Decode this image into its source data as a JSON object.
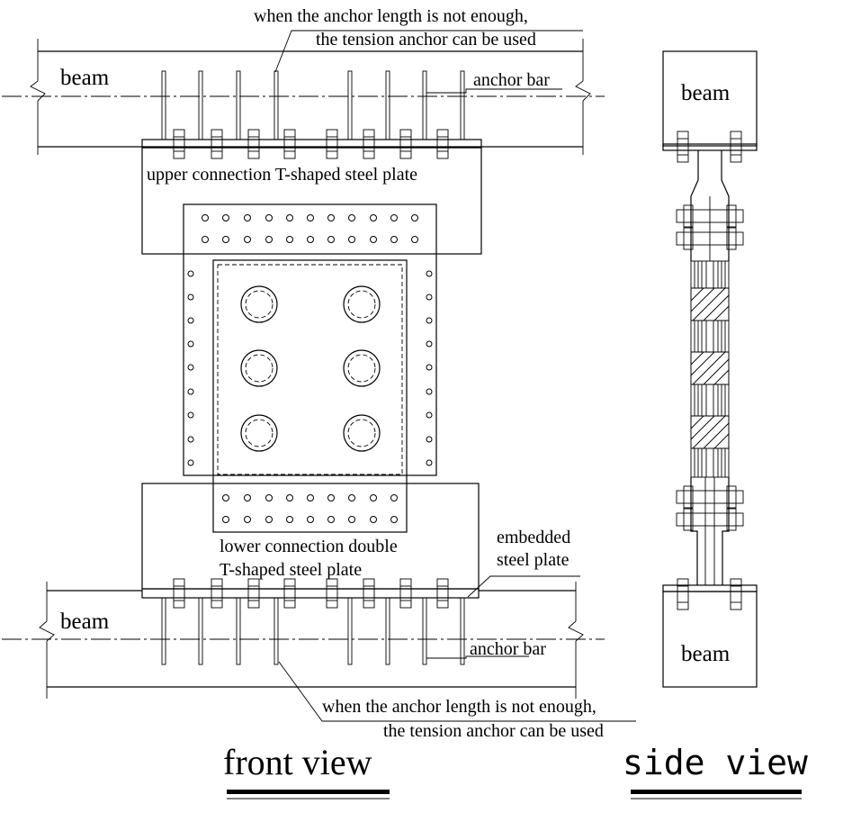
{
  "front_view": {
    "title": "front view",
    "beam_top_label": "beam",
    "beam_bottom_label": "beam",
    "top_note_line1": "when the anchor length is not enough,",
    "top_note_line2": "the tension anchor can be used",
    "bottom_note_line1": "when the anchor length is not enough,",
    "bottom_note_line2": "the tension anchor can be used",
    "anchor_bar_top": "anchor bar",
    "anchor_bar_bottom": "anchor bar",
    "upper_plate_label": "upper connection T-shaped steel plate",
    "lower_plate_line1": "lower connection double",
    "lower_plate_line2": "T-shaped steel plate",
    "embedded_line1": "embedded",
    "embedded_line2": "steel plate"
  },
  "side_view": {
    "title": "side view",
    "beam_top_label": "beam",
    "beam_bottom_label": "beam"
  }
}
